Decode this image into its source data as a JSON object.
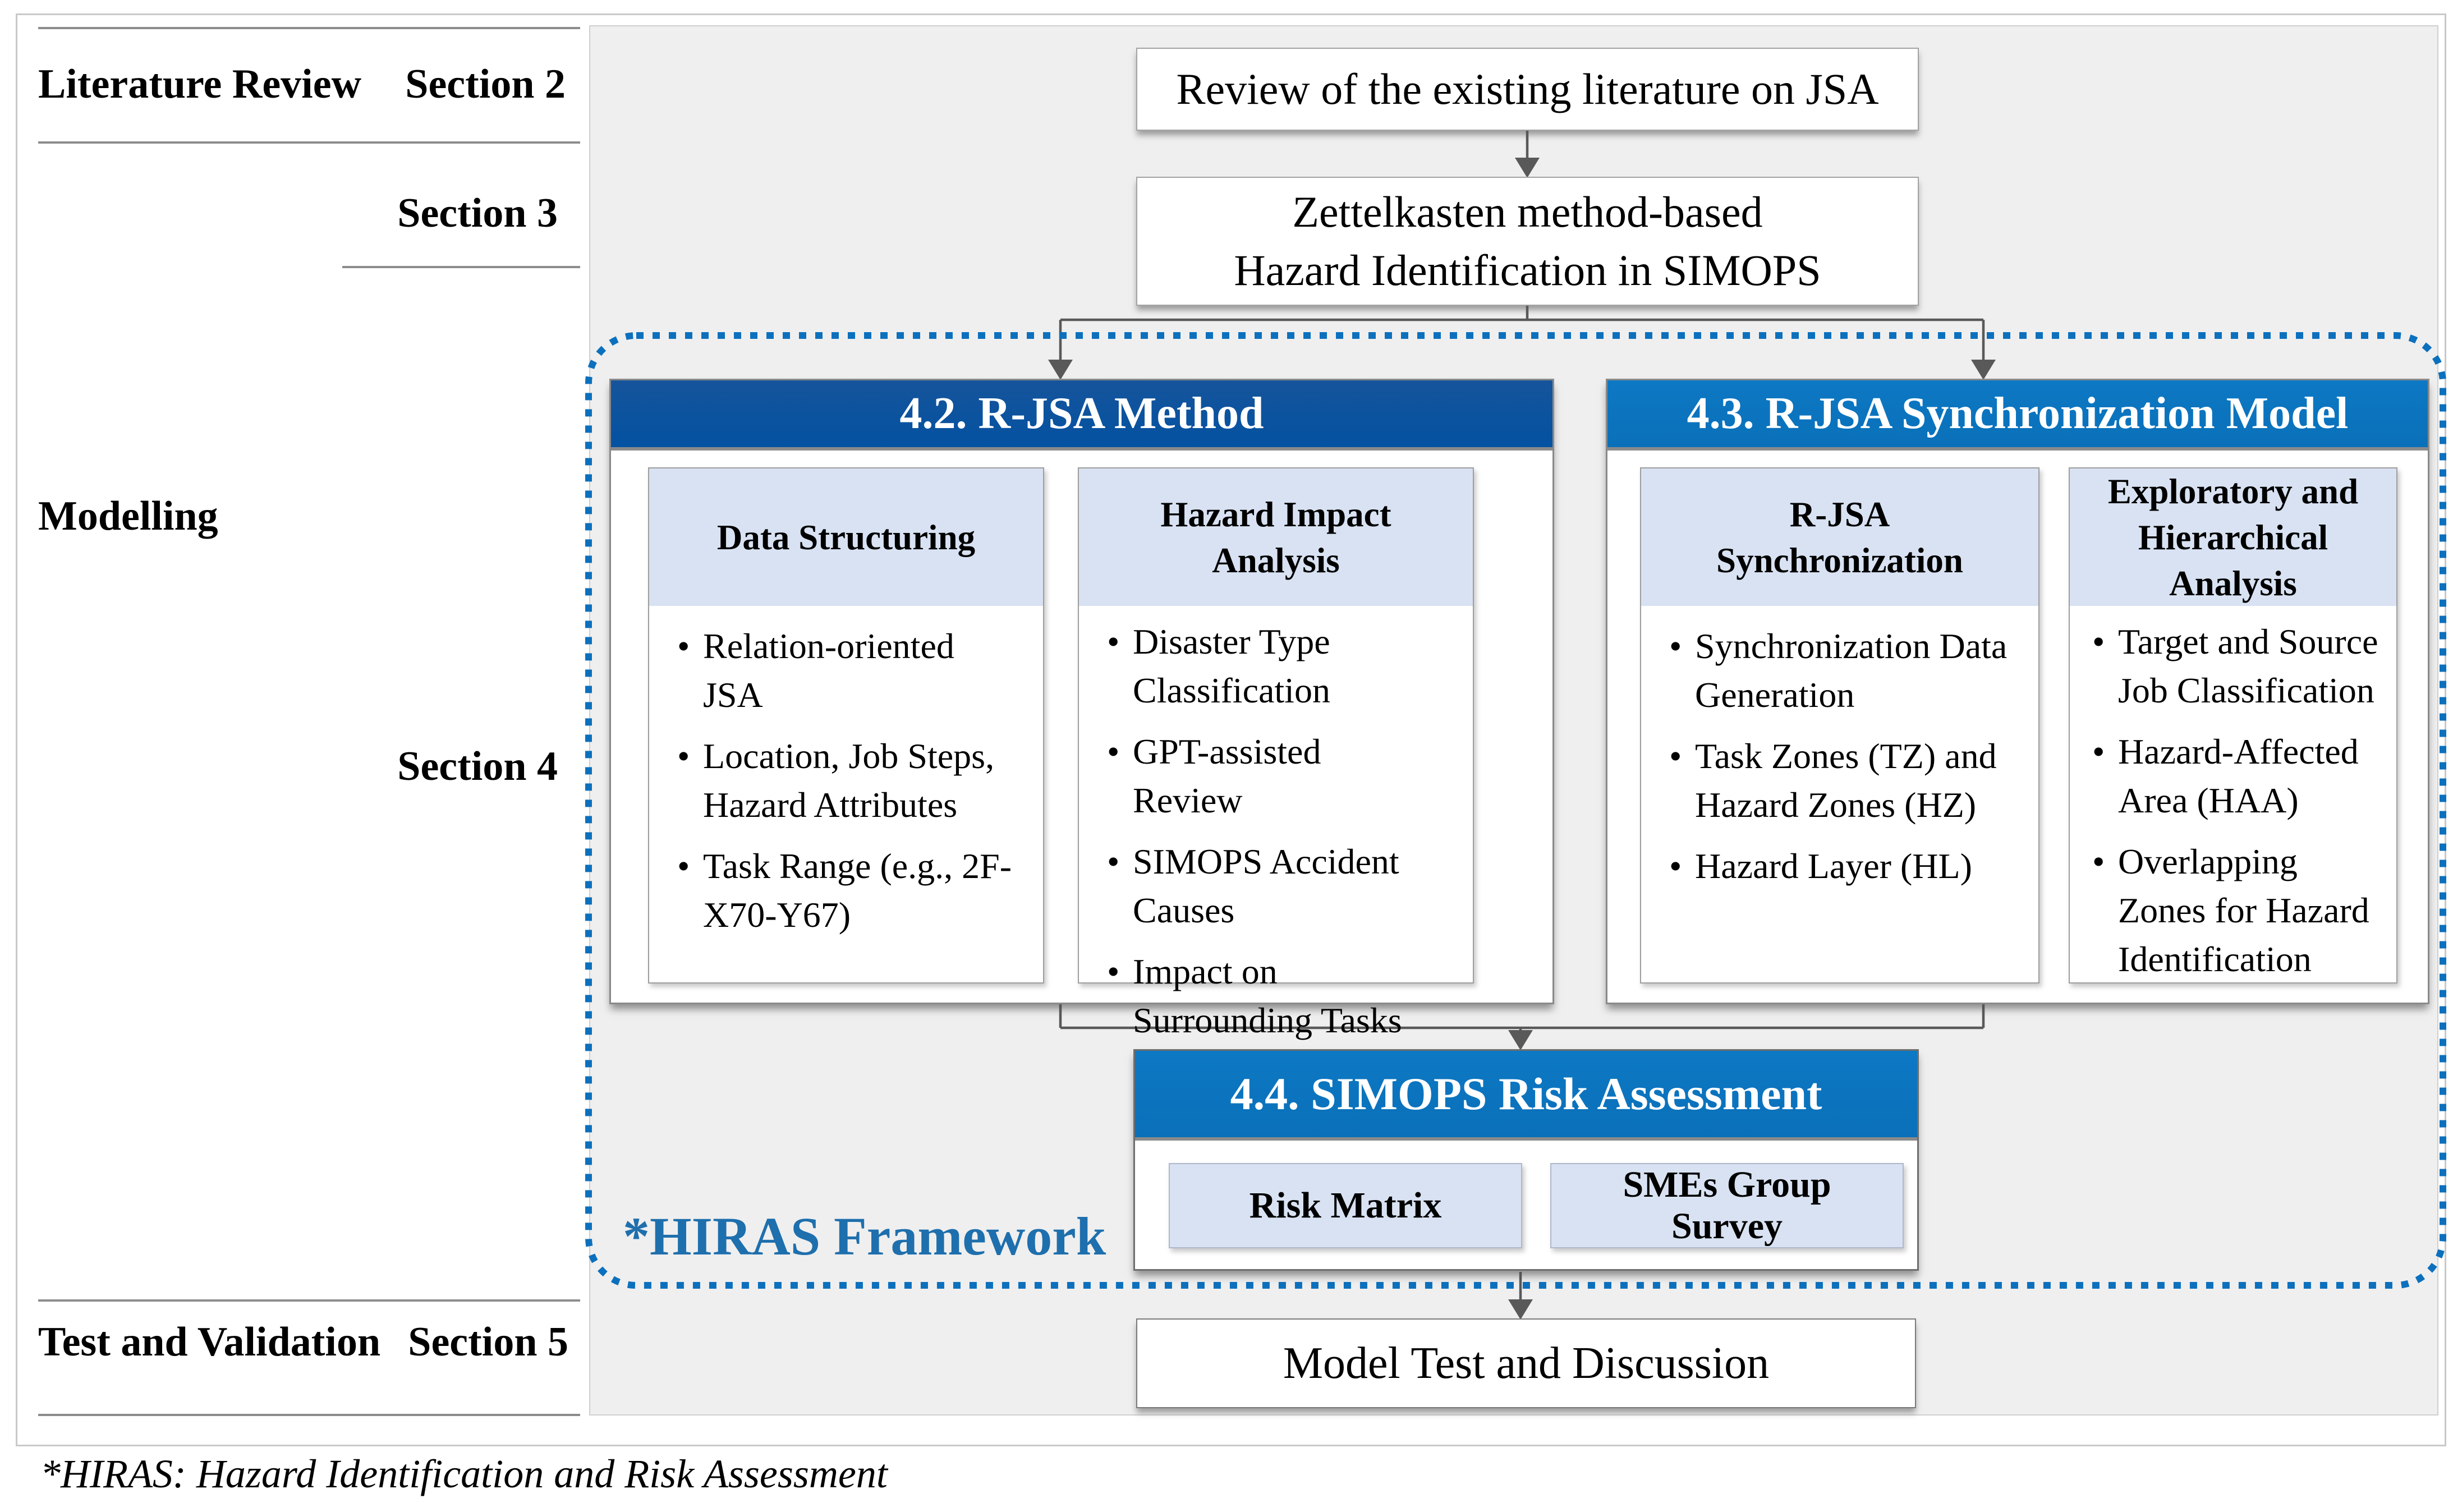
{
  "sidebar": {
    "row1_left": "Literature Review",
    "row1_right": "Section 2",
    "row2_right": "Section 3",
    "modelling": "Modelling",
    "section4": "Section 4",
    "row5_left": "Test and Validation",
    "row5_right": "Section 5"
  },
  "flow": {
    "review_box": "Review of the existing literature on JSA",
    "zettel_line1": "Zettelkasten method-based",
    "zettel_line2": "Hazard Identification in SIMOPS",
    "model_test_box": "Model Test and Discussion"
  },
  "method42": {
    "title": "4.2. R-JSA Method",
    "col1": {
      "title": "Data Structuring",
      "bullets": [
        "Relation-oriented JSA",
        "Location, Job Steps, Hazard Attributes",
        "Task Range (e.g., 2F-X70-Y67)"
      ]
    },
    "col2": {
      "title": "Hazard Impact Analysis",
      "bullets": [
        "Disaster Type Classification",
        "GPT-assisted Review",
        "SIMOPS Accident Causes",
        "Impact on Surrounding Tasks"
      ]
    }
  },
  "sync43": {
    "title": "4.3. R-JSA Synchronization Model",
    "col1": {
      "title": "R-JSA Synchronization",
      "bullets": [
        "Synchronization Data Generation",
        "Task Zones (TZ) and Hazard Zones (HZ)",
        "Hazard Layer (HL)"
      ]
    },
    "col2": {
      "title": "Exploratory and Hierarchical Analysis",
      "bullets": [
        "Target and Source Job Classification",
        "Hazard-Affected Area (HAA)",
        "Overlapping Zones for Hazard Identification"
      ]
    }
  },
  "risk44": {
    "title": "4.4. SIMOPS Risk Assessment",
    "box1": "Risk Matrix",
    "box2": "SMEs Group Survey"
  },
  "hiras_label": "*HIRAS Framework",
  "footnote": "*HIRAS: Hazard Identification and Risk Assessment",
  "colors": {
    "header_navy": "#0a53a0",
    "header_azure": "#0b74be",
    "subheader_light_blue": "#d8e2f2",
    "hiras_dotted_border": "#0c70bd",
    "hiras_label_text": "#1e6fad",
    "panel_gray": "#efefef",
    "connector_gray": "#595959"
  }
}
